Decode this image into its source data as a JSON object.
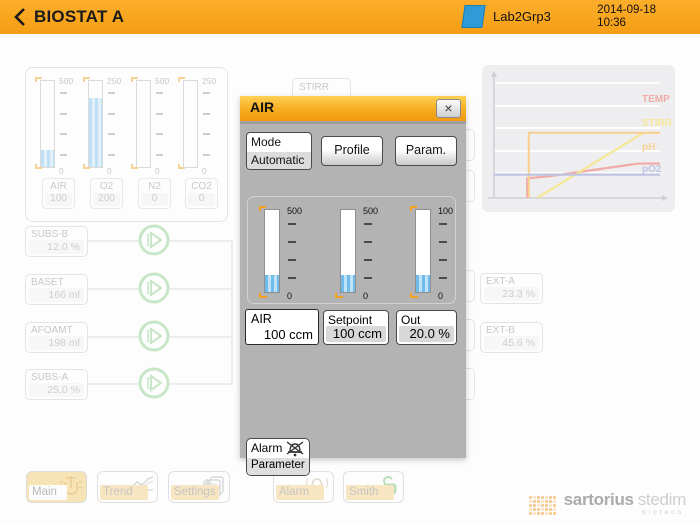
{
  "header": {
    "back_icon": "chevron-left",
    "title": "BIOSTAT A",
    "badge_label": "Lab2Grp3",
    "date": "2014-09-18",
    "time": "10:36"
  },
  "main": {
    "gas_gauges": [
      {
        "name": "AIR",
        "value": "100",
        "max": "500",
        "min": "0",
        "fill_pct": 20
      },
      {
        "name": "O2",
        "value": "200",
        "max": "250",
        "min": "0",
        "fill_pct": 80
      },
      {
        "name": "N2",
        "value": "0",
        "max": "500",
        "min": "0",
        "fill_pct": 0
      },
      {
        "name": "CO2",
        "value": "0",
        "max": "250",
        "min": "0",
        "fill_pct": 0
      }
    ],
    "feeds": [
      {
        "name": "SUBS-B",
        "value": "12.0 %"
      },
      {
        "name": "BASET",
        "value": "166 ml"
      },
      {
        "name": "AFOAMT",
        "value": "198 ml"
      },
      {
        "name": "SUBS-A",
        "value": "25.0 %"
      }
    ],
    "stirr_label": "STIRR",
    "ext": [
      {
        "name": "EXT-A",
        "value": "23.3 %"
      },
      {
        "name": "EXT-B",
        "value": "45.6 %"
      }
    ]
  },
  "chart_data": {
    "type": "line",
    "title": "",
    "xlabel": "",
    "ylabel": "",
    "x_range_pct": [
      0,
      100
    ],
    "y_range_pct": [
      0,
      100
    ],
    "grid": "horizontal white lines",
    "legend_position": "right",
    "series": [
      {
        "name": "TEMP",
        "color": "#E2544A",
        "points": [
          [
            20,
            0
          ],
          [
            20,
            16
          ],
          [
            35,
            18
          ],
          [
            87,
            28
          ],
          [
            100,
            28
          ]
        ]
      },
      {
        "name": "STIRR",
        "color": "#EFD028",
        "points": [
          [
            26,
            0
          ],
          [
            90,
            53
          ],
          [
            100,
            53
          ]
        ]
      },
      {
        "name": "pH",
        "color": "#F2A32B",
        "points": [
          [
            21,
            0
          ],
          [
            21,
            53
          ],
          [
            100,
            53
          ]
        ]
      },
      {
        "name": "pO2",
        "color": "#7B87C6",
        "points": [
          [
            0,
            19
          ],
          [
            100,
            19
          ]
        ]
      }
    ]
  },
  "nav": [
    {
      "label": "Main",
      "icon": "vessel-icon",
      "active": true
    },
    {
      "label": "Trend",
      "icon": "trend-icon",
      "active": false
    },
    {
      "label": "Settings",
      "icon": "settings-icon",
      "active": false
    },
    {
      "label": "Alarm",
      "icon": "bell-icon",
      "active": false
    },
    {
      "label": "Smith",
      "icon": "unlock-icon",
      "active": false
    }
  ],
  "logo": {
    "brand1": "sartorius",
    "brand2": "stedim",
    "sub": "biotech"
  },
  "modal": {
    "title": "AIR",
    "close_glyph": "×",
    "mode_button": {
      "label": "Mode",
      "value": "Automatic"
    },
    "profile_button": "Profile",
    "param_button": "Param.",
    "gauges": [
      {
        "max": "500",
        "min": "0",
        "fill_pct": 21
      },
      {
        "max": "500",
        "min": "0",
        "fill_pct": 21
      },
      {
        "max": "100",
        "min": "0",
        "fill_pct": 21
      }
    ],
    "process_value": {
      "label": "AIR",
      "value": "100 ccm"
    },
    "setpoint": {
      "label": "Setpoint",
      "value": "100 ccm"
    },
    "out": {
      "label": "Out",
      "value": "20.0 %"
    },
    "alarm_button": {
      "line1": "Alarm",
      "line2": "Parameter"
    }
  },
  "colors": {
    "topbar_orange": "#F7A21B",
    "modal_title_orange": "#F7AC1E",
    "gauge_fill_blue": "#6FBCEA",
    "pump_green": "#58B058",
    "badge_blue": "#2E9BD6",
    "modal_body_gray": "#B3B3B3"
  }
}
